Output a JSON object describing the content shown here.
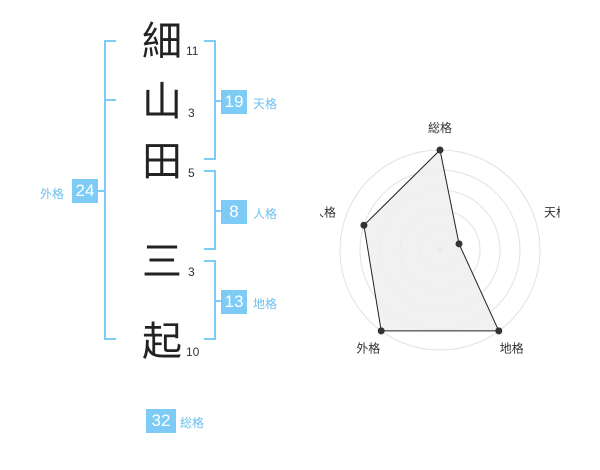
{
  "name": {
    "kanji": [
      {
        "char": "細",
        "strokes": "11"
      },
      {
        "char": "山",
        "strokes": "3"
      },
      {
        "char": "田",
        "strokes": "5"
      },
      {
        "char": "三",
        "strokes": "3"
      },
      {
        "char": "起",
        "strokes": "10"
      }
    ]
  },
  "fortunes": {
    "tenkaku": {
      "label": "天格",
      "value": "19"
    },
    "jinkaku": {
      "label": "人格",
      "value": "8"
    },
    "chikaku": {
      "label": "地格",
      "value": "13"
    },
    "gaikaku": {
      "label": "外格",
      "value": "24"
    },
    "soukaku": {
      "label": "総格",
      "value": "32"
    }
  },
  "chart_data": {
    "type": "radar",
    "axes": [
      "総格",
      "天格",
      "地格",
      "外格",
      "人格"
    ],
    "values": [
      5,
      1,
      5,
      5,
      4
    ],
    "rlim": [
      0,
      5
    ],
    "grid": true
  },
  "colors": {
    "accent": "#7ecbf5",
    "radar_fill": "#eeeeee",
    "radar_line": "#222222"
  }
}
